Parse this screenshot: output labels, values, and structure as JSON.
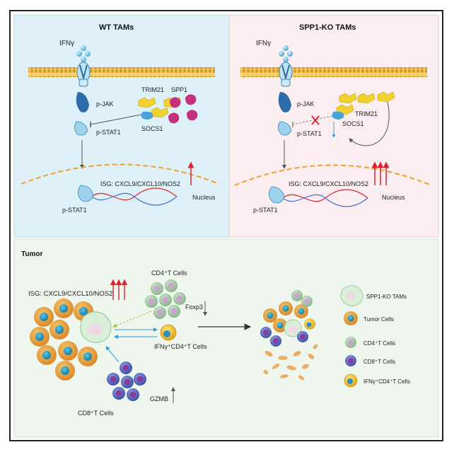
{
  "panels": {
    "wt": {
      "title": "WT TAMs",
      "ifn": "IFNγ",
      "pjak": "p-JAK",
      "pstat1": "p-STAT1",
      "trim21": "TRIM21",
      "spp1": "SPP1",
      "socs1": "SOCS1",
      "isg": "ISG: CXCL9/CXCL10/NOS2",
      "nucleus": "Nucleus",
      "pstat1_nuc": "p-STAT1"
    },
    "ko": {
      "title": "SPP1-KO TAMs",
      "ifn": "IFNγ",
      "pjak": "p-JAK",
      "pstat1": "p-STAT1",
      "trim21": "TRIM21",
      "socs1": "SOCS1",
      "isg": "ISG: CXCL9/CXCL10/NOS2",
      "nucleus": "Nucleus",
      "pstat1_nuc": "p-STAT1"
    }
  },
  "tumor": {
    "title": "Tumor",
    "isg": "ISG: CXCL9/CXCL10/NOS2",
    "cd4": "CD4⁺T Cells",
    "foxp3": "Foxp3",
    "ifng_cd4": "IFNγ⁺CD4⁺T Cells",
    "cd8": "CD8⁺T Cells",
    "gzmb": "GZMB"
  },
  "legend": [
    {
      "label": "SPP1-KO TAMs",
      "icon": "tam-icon"
    },
    {
      "label": "Tumor Cells",
      "icon": "tumor-cell-icon"
    },
    {
      "label": "CD4⁺T Cells",
      "icon": "cd4-cell-icon"
    },
    {
      "label": "CD8⁺T Cells",
      "icon": "cd8-cell-icon"
    },
    {
      "label": "IFNγ⁺CD4⁺T Cells",
      "icon": "ifng-cd4-cell-icon"
    }
  ],
  "colors": {
    "wt_bg": "#dff1f8",
    "ko_bg": "#fbeef0",
    "tumor_bg": "#eef6ee",
    "arrow_red": "#d9232e",
    "tumor_orange": "#e9a23b",
    "nucleus_teal": "#1f9fc4"
  }
}
